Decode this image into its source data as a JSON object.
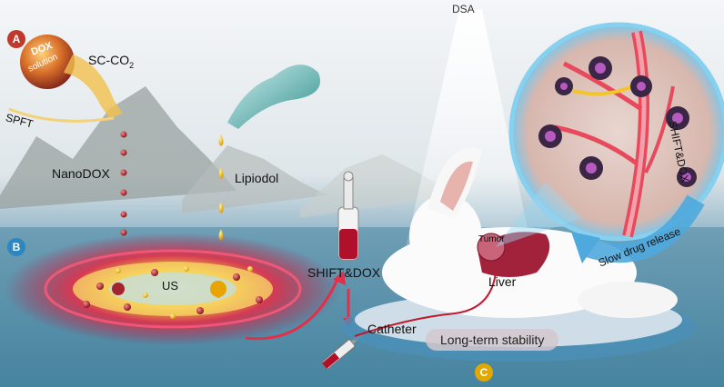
{
  "panels": {
    "a": "A",
    "b": "B",
    "c": "C"
  },
  "labels": {
    "dox_solution_line1": "DOX",
    "dox_solution_line2": "solution",
    "sc_co2": "SC-CO",
    "sc_co2_sub": "2",
    "spft": "SPFT",
    "nanodox": "NanoDOX",
    "lipiodol": "Lipiodol",
    "us": "US",
    "shift_dox": "SHIFT&DOX",
    "dsa": "DSA",
    "tumor": "Tumor",
    "liver": "Liver",
    "catheter": "Catheter",
    "long_term": "Long-term stability",
    "slow_release": "Slow drug release",
    "shift_dox_vessel": "SHIFT&DOX"
  },
  "colors": {
    "badge_a": "#c0392b",
    "badge_b": "#2e86c1",
    "badge_c": "#e0a800",
    "drug": "#a3232f",
    "lipiodol": "#e8b420"
  }
}
